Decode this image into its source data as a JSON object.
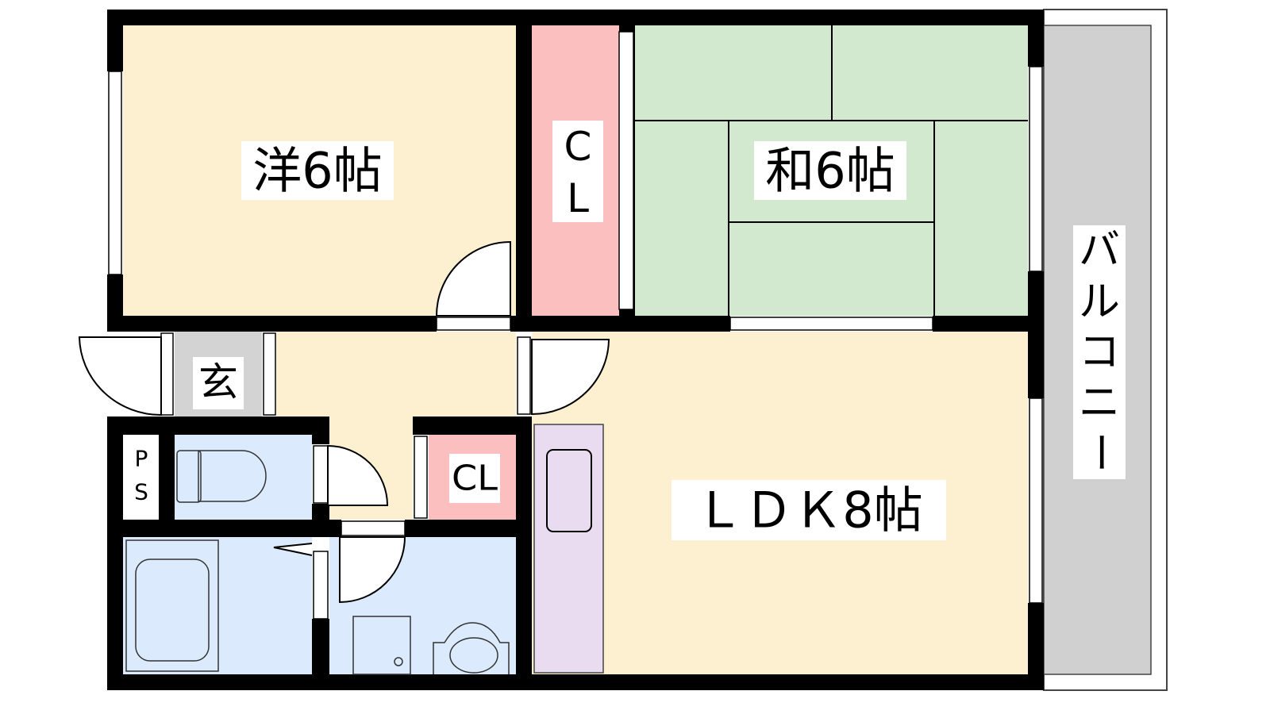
{
  "rooms": {
    "western": {
      "label": "洋6帖"
    },
    "closet_main": {
      "label_c": "C",
      "label_l": "L"
    },
    "japanese": {
      "label": "和6帖"
    },
    "balcony": {
      "chars": [
        "バ",
        "ル",
        "コ",
        "ニ",
        "ー"
      ]
    },
    "entrance": {
      "label": "玄"
    },
    "pipe_space": {
      "label_p": "P",
      "label_s": "S"
    },
    "closet_small": {
      "label": "CL"
    },
    "ldk": {
      "label": "ＬＤＫ8帖"
    }
  },
  "colors": {
    "western": "#fdf0d0",
    "closet": "#fcbfbf",
    "japanese": "#d3e9cf",
    "balcony": "#d0d0d0",
    "entrance": "#d3d3d3",
    "wet": "#dbebfd",
    "kitchen": "#e9dcf1"
  }
}
